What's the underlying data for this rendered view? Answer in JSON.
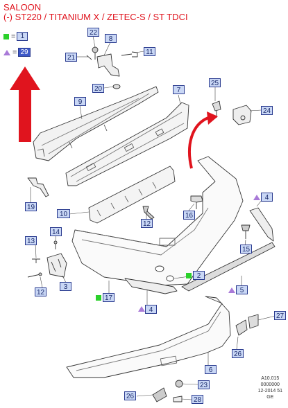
{
  "header": {
    "line1": "SALOON",
    "line2": "(-) ST220 /  TITANIUM X / ZETEC-S / ST TDCI"
  },
  "legend": {
    "green_value": "1",
    "purple_value": "29",
    "eq": "="
  },
  "callouts": {
    "c2": "2",
    "c3": "3",
    "c4a": "4",
    "c4b": "4",
    "c5": "5",
    "c6": "6",
    "c7": "7",
    "c8": "8",
    "c9": "9",
    "c10": "10",
    "c11": "11",
    "c12a": "12",
    "c12b": "12",
    "c13": "13",
    "c14": "14",
    "c15": "15",
    "c16": "16",
    "c17": "17",
    "c19": "19",
    "c20": "20",
    "c21": "21",
    "c22": "22",
    "c23": "23",
    "c24": "24",
    "c25": "25",
    "c26a": "26",
    "c26b": "26",
    "c27": "27",
    "c28": "28"
  },
  "reference": {
    "code": "A10.015",
    "number": "0000000",
    "date": "12-2014 51",
    "region": "GE"
  },
  "colors": {
    "title": "#e0141e",
    "arrow": "#e0141e",
    "green_marker": "#2bd12b",
    "purple_marker": "#a97ad8",
    "callout_fill": "#c9d7f5",
    "callout_border": "#2a3b8f"
  }
}
